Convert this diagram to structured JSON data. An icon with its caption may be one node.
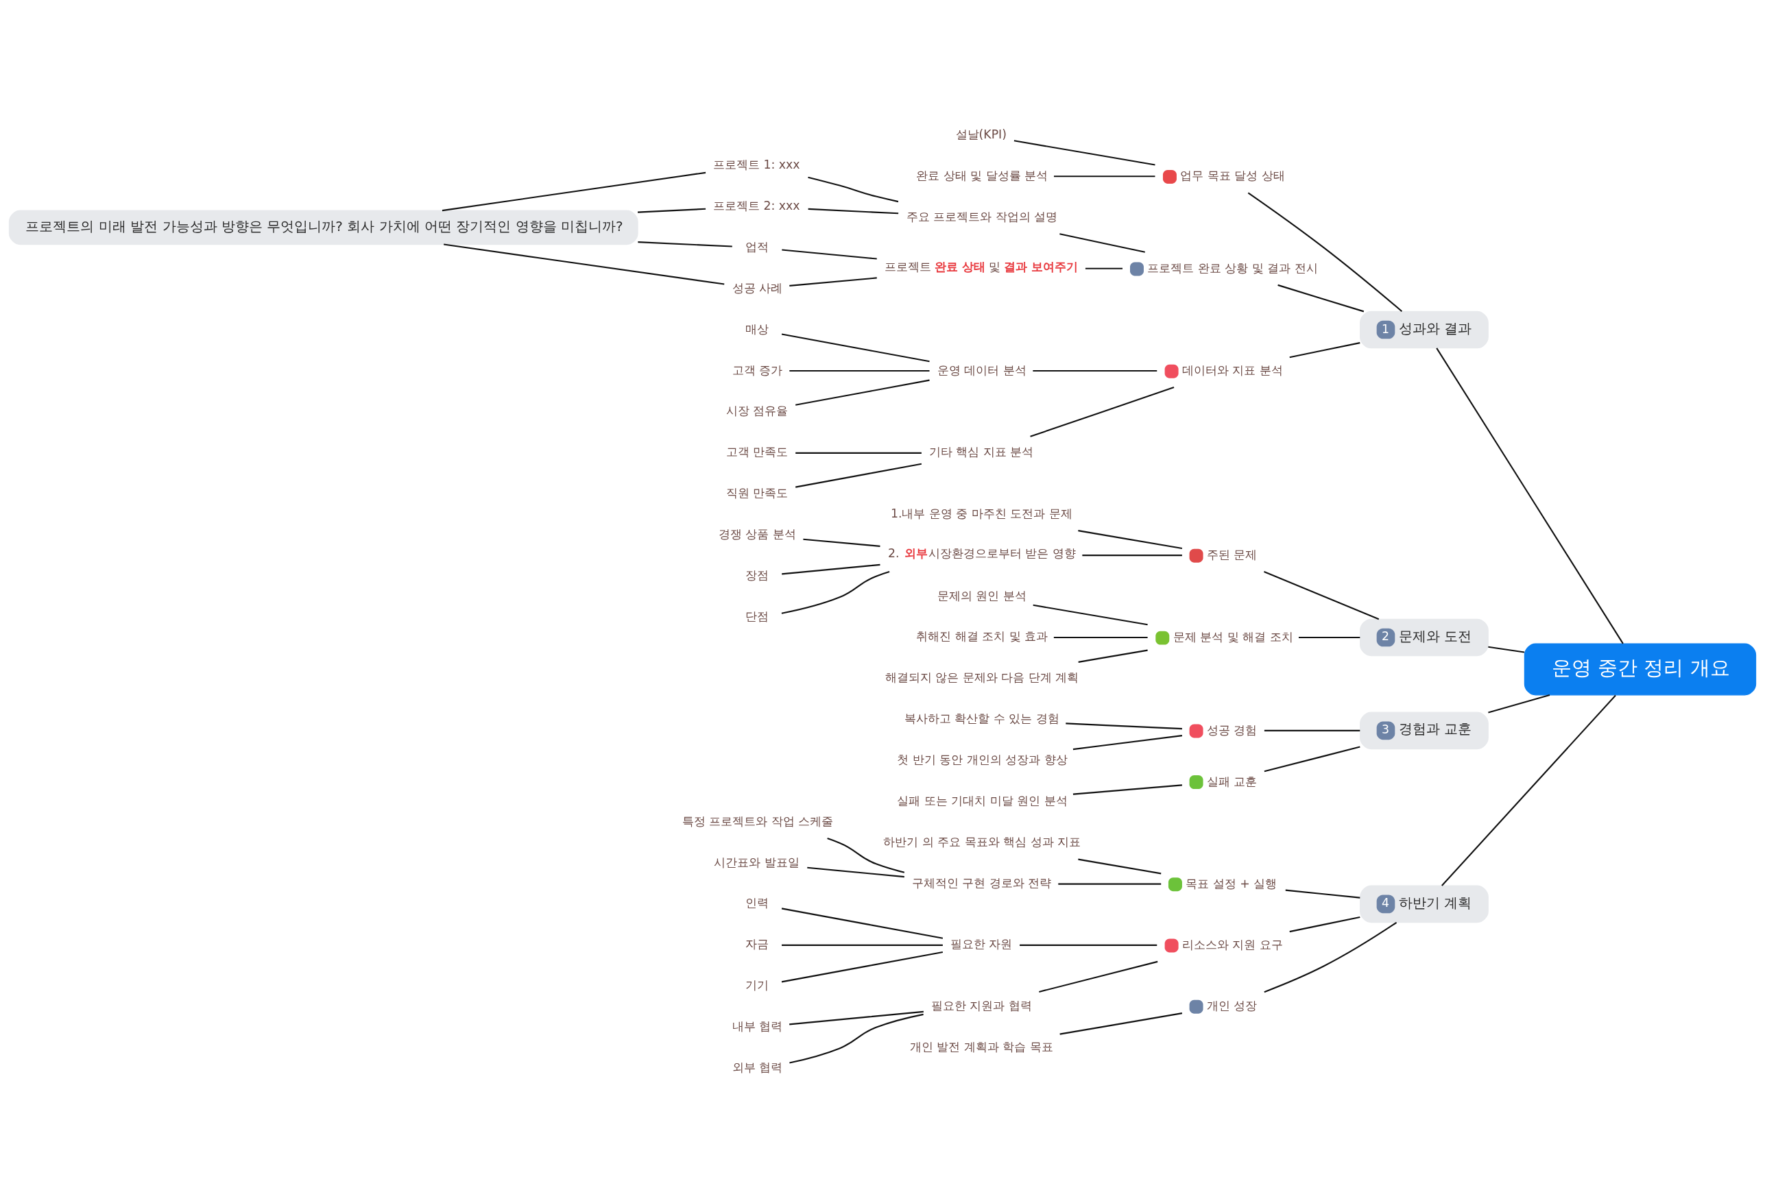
{
  "diagram": {
    "nodes": [
      {
        "text": [
          "운영 중간 정리 개요"
        ]
      },
      {
        "text": [
          "1",
          "성과와 결과"
        ]
      },
      {
        "text": [
          "업무 목표 달성 상태"
        ]
      },
      {
        "text": [
          "설날(KPI)"
        ]
      },
      {
        "text": [
          "완료 상태 및 달성률 분석"
        ]
      },
      {
        "text": [
          "프로젝트 완료 상황 및 결과 전시"
        ]
      },
      {
        "text": [
          "주요 프로젝트와 작업의 설명"
        ]
      },
      {
        "text": [
          "프로젝트 1: xxx"
        ]
      },
      {
        "text": [
          "프로젝트 2: xxx"
        ]
      },
      {
        "text": [
          "프로젝트 **완료 상태** 및 **결과 보여주기**"
        ]
      },
      {
        "text": [
          "업적"
        ]
      },
      {
        "text": [
          "성공 사례"
        ]
      },
      {
        "text": [
          "프로젝트의 미래 발전 가능성과 방향은 무엇입니까? 회사 가치에 어떤 장기적인 영향을 미칩니까?"
        ]
      },
      {
        "text": [
          "데이터와 지표 분석"
        ]
      },
      {
        "text": [
          "운영 데이터 분석"
        ]
      },
      {
        "text": [
          "매상"
        ]
      },
      {
        "text": [
          "고객 증가"
        ]
      },
      {
        "text": [
          "시장 점유율"
        ]
      },
      {
        "text": [
          "기타 핵심 지표 분석"
        ]
      },
      {
        "text": [
          "고객 만족도"
        ]
      },
      {
        "text": [
          "직원 만족도"
        ]
      },
      {
        "text": [
          "2",
          "문제와 도전"
        ]
      },
      {
        "text": [
          "주된 문제"
        ]
      },
      {
        "text": [
          "1.내부 운영 중 마주친 도전과 문제"
        ]
      },
      {
        "text": [
          "2. **외부**시장환경으로부터 받은 영향"
        ]
      },
      {
        "text": [
          "경쟁 상품 분석"
        ]
      },
      {
        "text": [
          "장점"
        ]
      },
      {
        "text": [
          "단점"
        ]
      },
      {
        "text": [
          "문제 분석 및 해결 조치"
        ]
      },
      {
        "text": [
          "문제의 원인 분석"
        ]
      },
      {
        "text": [
          "취해진 해결 조치 및 효과"
        ]
      },
      {
        "text": [
          "해결되지 않은 문제와 다음 단계 계획"
        ]
      },
      {
        "text": [
          "3",
          "경험과 교훈"
        ]
      },
      {
        "text": [
          "성공 경험"
        ]
      },
      {
        "text": [
          "복사하고 확산할 수 있는 경험"
        ]
      },
      {
        "text": [
          "첫 반기 동안 개인의 성장과 향상"
        ]
      },
      {
        "text": [
          "실패 교훈"
        ]
      },
      {
        "text": [
          "실패 또는 기대치 미달 원인 분석"
        ]
      },
      {
        "text": [
          "4",
          "하반기 계획"
        ]
      },
      {
        "text": [
          "목표 설정 + 실행"
        ]
      },
      {
        "text": [
          "하반기 의 주요 목표와 핵심 성과 지표"
        ]
      },
      {
        "text": [
          "구체적인 구현 경로와 전략"
        ]
      },
      {
        "text": [
          "특정 프로젝트와 작업 스케줄"
        ]
      },
      {
        "text": [
          "시간표와 발표일"
        ]
      },
      {
        "text": [
          "리소스와 지원 요구"
        ]
      },
      {
        "text": [
          "필요한 자원"
        ]
      },
      {
        "text": [
          "인력"
        ]
      },
      {
        "text": [
          "자금"
        ]
      },
      {
        "text": [
          "기기"
        ]
      },
      {
        "text": [
          "필요한 지원과 협력"
        ]
      },
      {
        "text": [
          "내부 협력"
        ]
      },
      {
        "text": [
          "외부 협력"
        ]
      },
      {
        "text": [
          "개인 성장"
        ]
      },
      {
        "text": [
          "개인 발전 계획과 학습 목표"
        ]
      }
    ],
    "edges": [
      {
        "from": 0,
        "to": 1,
        "arrow": "none"
      },
      {
        "from": 1,
        "to": 2,
        "arrow": "none"
      },
      {
        "from": 2,
        "to": 3,
        "arrow": "none"
      },
      {
        "from": 2,
        "to": 4,
        "arrow": "none"
      },
      {
        "from": 1,
        "to": 5,
        "arrow": "none"
      },
      {
        "from": 5,
        "to": 6,
        "arrow": "none"
      },
      {
        "from": 6,
        "to": 7,
        "arrow": "none"
      },
      {
        "from": 6,
        "to": 8,
        "arrow": "none"
      },
      {
        "from": 5,
        "to": 9,
        "arrow": "none"
      },
      {
        "from": 9,
        "to": 10,
        "arrow": "none"
      },
      {
        "from": 9,
        "to": 11,
        "arrow": "none"
      },
      {
        "from": 7,
        "to": 12,
        "arrow": "none"
      },
      {
        "from": 8,
        "to": 12,
        "arrow": "none"
      },
      {
        "from": 10,
        "to": 12,
        "arrow": "none"
      },
      {
        "from": 11,
        "to": 12,
        "arrow": "none"
      },
      {
        "from": 1,
        "to": 13,
        "arrow": "none"
      },
      {
        "from": 13,
        "to": 14,
        "arrow": "none"
      },
      {
        "from": 14,
        "to": 15,
        "arrow": "none"
      },
      {
        "from": 14,
        "to": 16,
        "arrow": "none"
      },
      {
        "from": 14,
        "to": 17,
        "arrow": "none"
      },
      {
        "from": 13,
        "to": 18,
        "arrow": "none"
      },
      {
        "from": 18,
        "to": 19,
        "arrow": "none"
      },
      {
        "from": 18,
        "to": 20,
        "arrow": "none"
      },
      {
        "from": 0,
        "to": 21,
        "arrow": "none"
      },
      {
        "from": 21,
        "to": 22,
        "arrow": "none"
      },
      {
        "from": 22,
        "to": 23,
        "arrow": "none"
      },
      {
        "from": 22,
        "to": 24,
        "arrow": "none"
      },
      {
        "from": 24,
        "to": 25,
        "arrow": "none"
      },
      {
        "from": 24,
        "to": 26,
        "arrow": "none"
      },
      {
        "from": 24,
        "to": 27,
        "arrow": "none"
      },
      {
        "from": 21,
        "to": 28,
        "arrow": "none"
      },
      {
        "from": 28,
        "to": 29,
        "arrow": "none"
      },
      {
        "from": 28,
        "to": 30,
        "arrow": "none"
      },
      {
        "from": 28,
        "to": 31,
        "arrow": "none"
      },
      {
        "from": 0,
        "to": 32,
        "arrow": "none"
      },
      {
        "from": 32,
        "to": 33,
        "arrow": "none"
      },
      {
        "from": 33,
        "to": 34,
        "arrow": "none"
      },
      {
        "from": 33,
        "to": 35,
        "arrow": "none"
      },
      {
        "from": 32,
        "to": 36,
        "arrow": "none"
      },
      {
        "from": 36,
        "to": 37,
        "arrow": "none"
      },
      {
        "from": 0,
        "to": 38,
        "arrow": "none"
      },
      {
        "from": 38,
        "to": 39,
        "arrow": "none"
      },
      {
        "from": 39,
        "to": 40,
        "arrow": "none"
      },
      {
        "from": 39,
        "to": 41,
        "arrow": "none"
      },
      {
        "from": 41,
        "to": 42,
        "arrow": "none"
      },
      {
        "from": 41,
        "to": 43,
        "arrow": "none"
      },
      {
        "from": 38,
        "to": 44,
        "arrow": "none"
      },
      {
        "from": 44,
        "to": 45,
        "arrow": "none"
      },
      {
        "from": 45,
        "to": 46,
        "arrow": "none"
      },
      {
        "from": 45,
        "to": 47,
        "arrow": "none"
      },
      {
        "from": 45,
        "to": 48,
        "arrow": "none"
      },
      {
        "from": 44,
        "to": 49,
        "arrow": "none"
      },
      {
        "from": 49,
        "to": 50,
        "arrow": "none"
      },
      {
        "from": 49,
        "to": 51,
        "arrow": "none"
      },
      {
        "from": 38,
        "to": 52,
        "arrow": "none"
      },
      {
        "from": 52,
        "to": 53,
        "arrow": "none"
      }
    ]
  }
}
